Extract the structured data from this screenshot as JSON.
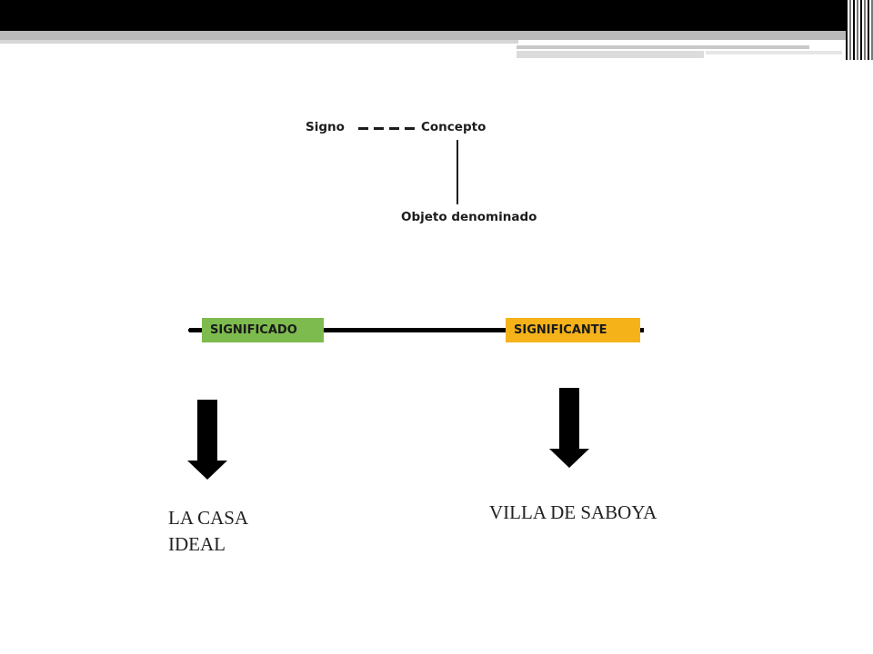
{
  "triangle": {
    "signo": "Signo",
    "concepto": "Concepto",
    "objeto": "Objeto denominado"
  },
  "relation": {
    "significado": "SIGNIFICADO",
    "significante": "SIGNIFICANTE"
  },
  "examples": {
    "left": "LA CASA IDEAL",
    "right": "VILLA DE SABOYA"
  },
  "colors": {
    "significado_fill": "#7dbb4e",
    "significante_fill": "#f5b319",
    "line": "#000000",
    "header_bar": "#000000"
  }
}
